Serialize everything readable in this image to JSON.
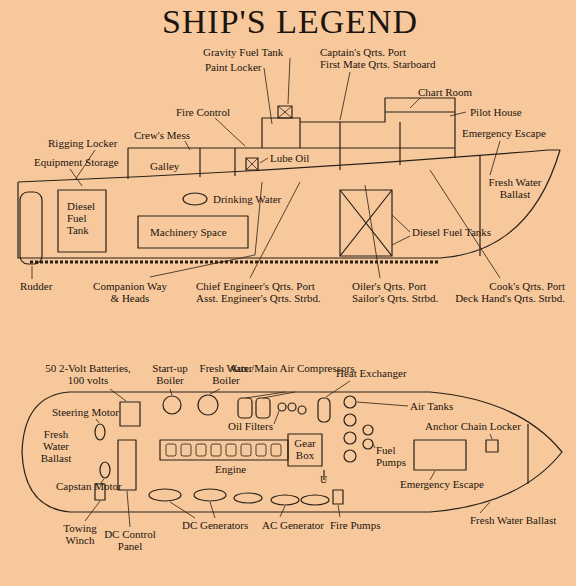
{
  "diagram": {
    "title": "SHIP'S LEGEND",
    "labels": [
      "Gravity Fuel Tank",
      "Paint Locker",
      "Captain's Qrts. Port First Mate Qrts. Starboard",
      "Chart Room",
      "Pilot House",
      "Fire Control",
      "Emergency Escape",
      "Rigging Locker",
      "Crew's Mess",
      "Lube Oil",
      "Galley",
      "Equipment Storage",
      "Fresh Water Ballast",
      "Drinking Water",
      "Diesel Fuel Tank",
      "Machinery Space",
      "Diesel Fuel Tanks",
      "Rudder",
      "Companion Way & Heads",
      "Chief Engineer's Qrts. Port Asst. Engineer's Qrts. Strbd.",
      "Oiler's Qrts. Port Sailor's Qrts. Strbd.",
      "Cook's Qrts. Port Deck Hand's Qrts. Strbd.",
      "50 2-Volt Batteries, 100 volts",
      "Start-up Boiler",
      "Fresh Water Boiler",
      "Aux./Main Air Compressors",
      "Heat Exchanger",
      "Steering Motor",
      "Oil Filters",
      "Air Tanks",
      "Anchor Chain Locker",
      "Fresh Water Ballast",
      "Engine",
      "Gear Box",
      "U",
      "Fuel Pumps",
      "Emergency Escape",
      "Capstan Motor",
      "Fresh Water Ballast",
      "Towing Winch",
      "DC Control Panel",
      "DC Generators",
      "AC Generator",
      "Fire Pumps"
    ]
  }
}
